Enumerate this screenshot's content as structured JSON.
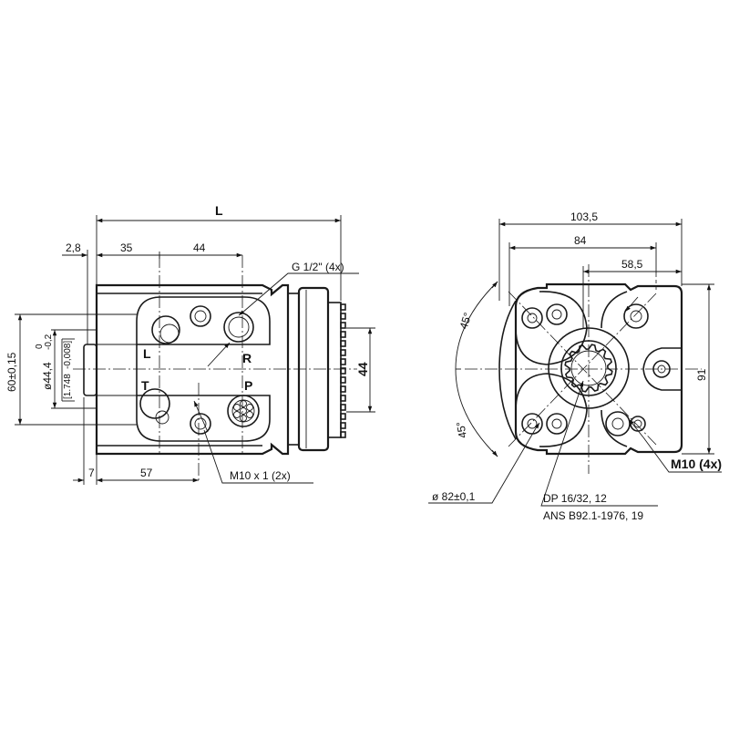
{
  "left_view": {
    "dim_L": "L",
    "dim_2_8": "2,8",
    "dim_35": "35",
    "dim_44_top": "44",
    "dim_7": "7",
    "dim_57": "57",
    "dim_60": "60±0,15",
    "dim_44_4": "ø44,4",
    "dim_44_4_tol_upper": "0",
    "dim_44_4_tol_lower": "-0,2",
    "dim_1748": "[1.748",
    "dim_1748_tol": "-0,008]",
    "dim_44_right": "44",
    "port_L": "L",
    "port_R": "R",
    "port_T": "T",
    "port_P": "P",
    "thread_label": "G 1/2\" (4x)",
    "bolt_label": "M10 x 1 (2x)"
  },
  "right_view": {
    "dim_103_5": "103,5",
    "dim_84": "84",
    "dim_58_5": "58,5",
    "dim_91": "91",
    "angle_top": "45°",
    "angle_bottom": "45°",
    "bolt_label": "M10 (4x)",
    "dia_label": "ø 82±0,1",
    "spline_line1": "DP 16/32, 12",
    "spline_line2": "ANS B92.1-1976, 19"
  }
}
